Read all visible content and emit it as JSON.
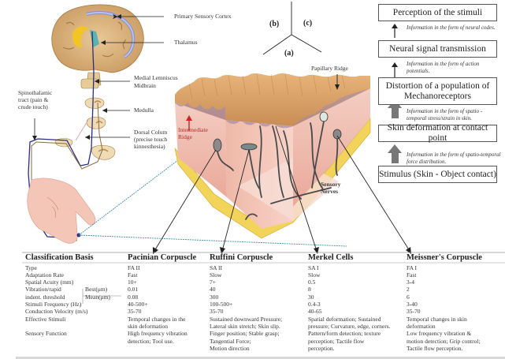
{
  "diagram": {
    "panel_labels": {
      "a": "(a)",
      "b": "(b)",
      "c": "(c)"
    },
    "brain_labels": {
      "primary_sensory_cortex": "Primary Sensory Cortex",
      "thalamus": "Thalamus",
      "medial_lemniscus": "Medial Lemniscus",
      "midbrain": "Midbrain",
      "medulla": "Medulla",
      "dorsal_column": [
        "Dorsal Colum",
        "(precise touch",
        "kinnesthesia)"
      ],
      "spinothalamic": [
        "Spinothalamic",
        "tract (pain &",
        "crude touch)"
      ]
    },
    "skin_labels": {
      "papillary_ridge": "Papillary Ridge",
      "intermediate_ridge": [
        "Intermediate",
        "Ridge"
      ],
      "sensory_nerves": [
        "Sensory",
        "Nerves"
      ]
    },
    "colors": {
      "skin_epidermis": "#d9a46c",
      "skin_dermis": "#f0c0b4",
      "fat": "#f2d45a",
      "nerve": "#4a4a4a",
      "pathway_blue": "#2a2f7a",
      "brain": "#d6b07a",
      "callout_dashed": "#3a8fa8",
      "red_arrow": "#d42020"
    },
    "flow": {
      "boxes": [
        "Perception of the stimuli",
        "Neural signal transmission",
        "Distortion of a population of Mechanoreceptors",
        "Skin deformation at contact point",
        "Stimulus (Skin - Object contact)"
      ],
      "infos": [
        "Information in the form of neural codes.",
        "Information in the form of action potentials.",
        "Information in the form of spatio - temporal stress/strain in skin.",
        "Information in the form of spatio-temporal force distribution."
      ]
    }
  },
  "table": {
    "header": [
      "Classification Basis",
      "Pacinian Corpuscle",
      "Ruffini  Corpuscle",
      "Merkel Cells",
      "Meissner's Corpuscle"
    ],
    "rows": [
      {
        "label": "Type",
        "values": [
          "FA II",
          "SA II",
          "SA I",
          "FA I"
        ]
      },
      {
        "label": "Adaptation Rate",
        "values": [
          "Fast",
          "Slow",
          "Slow",
          "Fast"
        ]
      },
      {
        "label": "Spatial Acuity (mm)",
        "values": [
          "10+",
          "7+",
          "0.5",
          "3-4"
        ]
      },
      {
        "label": "Vibration/rapid",
        "sublabel": "Best(μm)",
        "values": [
          "0.01",
          "40",
          "8",
          "2"
        ]
      },
      {
        "label": "indent. threshold",
        "sublabel": "Mean(μm)",
        "values": [
          "0.08",
          "300",
          "30",
          "6"
        ]
      },
      {
        "label": "Stimuli Frequency (Hz)",
        "values": [
          "40-500+",
          "100-500+",
          "0.4-3",
          "3-40"
        ]
      },
      {
        "label": "Conduction Velocity (m/s)",
        "values": [
          "35-70",
          "35-70",
          "40-65",
          "35-70"
        ]
      }
    ],
    "effective_stimuli": {
      "label": "Effective Stimuli",
      "values": [
        [
          "Temporal changes in the",
          "skin deformation"
        ],
        [
          "Sustained downward Pressure;",
          "Lateral skin stretch; Skin slip."
        ],
        [
          "Spatial deformation; Sustained",
          "pressure; Curvature, edge, corners."
        ],
        [
          "Temporal changes in skin",
          "deformation"
        ]
      ]
    },
    "sensory_function": {
      "label": "Sensory Function",
      "values": [
        [
          "High frequency vibration",
          "detection; Tool use."
        ],
        [
          "Finger position; Stable grasp;",
          "Tangential Force;",
          "Motion direction"
        ],
        [
          "Pattern/form detection; texture",
          "perception; Tactile flow",
          "perception."
        ],
        [
          "Low frequency vibration &",
          "motion detection; Grip control;",
          "Tactile flow perception."
        ]
      ]
    }
  }
}
